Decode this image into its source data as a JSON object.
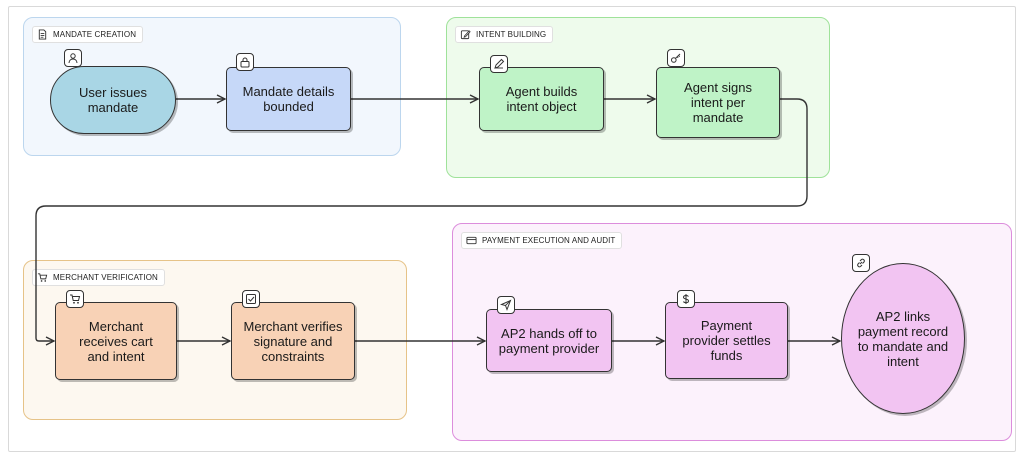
{
  "groups": {
    "mandate_creation": {
      "label": "MANDATE CREATION",
      "icon": "document-icon"
    },
    "intent_building": {
      "label": "INTENT BUILDING",
      "icon": "edit-icon"
    },
    "merchant_verification": {
      "label": "MERCHANT VERIFICATION",
      "icon": "cart-icon"
    },
    "payment_execution": {
      "label": "PAYMENT EXECUTION AND AUDIT",
      "icon": "card-icon"
    }
  },
  "nodes": {
    "user_issues_mandate": {
      "label": "User issues\nmandate",
      "icon": "user-icon"
    },
    "mandate_details_bounded": {
      "label": "Mandate details\nbounded",
      "icon": "lock-icon"
    },
    "agent_builds_intent": {
      "label": "Agent builds\nintent object",
      "icon": "pencil-icon"
    },
    "agent_signs_intent": {
      "label": "Agent signs\nintent per\nmandate",
      "icon": "key-icon"
    },
    "merchant_receives": {
      "label": "Merchant\nreceives cart\nand intent",
      "icon": "cart-icon"
    },
    "merchant_verifies": {
      "label": "Merchant verifies\nsignature and\nconstraints",
      "icon": "checkbox-icon"
    },
    "ap2_hands_off": {
      "label": "AP2 hands off to\npayment provider",
      "icon": "send-icon"
    },
    "provider_settles": {
      "label": "Payment\nprovider settles\nfunds",
      "icon": "dollar-icon"
    },
    "ap2_links": {
      "label": "AP2 links\npayment record\nto mandate and\nintent",
      "icon": "link-icon"
    }
  },
  "colors": {
    "mandate_group_bg": "#f2f7fd",
    "intent_group_bg": "#eefbec",
    "merchant_group_bg": "#fdf8f0",
    "payment_group_bg": "#fcf2fc",
    "pill_blue": "#a9d6e5",
    "node_lightblue": "#c6d8f8",
    "node_green": "#bff3c7",
    "node_orange": "#f8d2b6",
    "node_pink": "#f2c4f2",
    "edge": "#333333"
  }
}
